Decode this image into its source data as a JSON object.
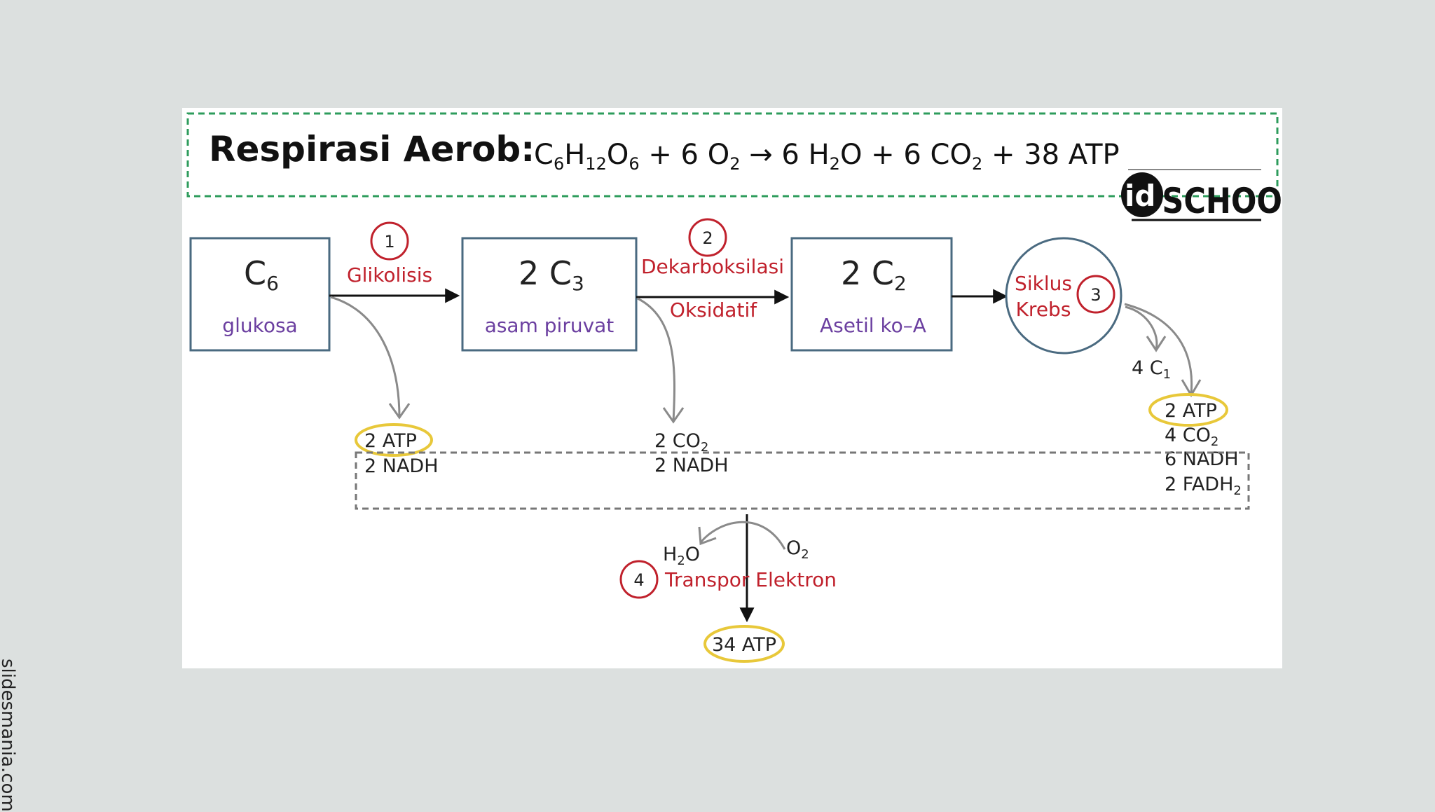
{
  "title": {
    "bold": "Respirasi Aerob:",
    "eq_c": "C",
    "eq_6a": "6",
    "eq_h": "H",
    "eq_12": "12",
    "eq_o": "O",
    "eq_6b": "6",
    "eq_rest1": " + 6 O",
    "eq_2a": "2",
    "eq_arrow": " → 6 H",
    "eq_2b": "2",
    "eq_rest2": "O + 6 CO",
    "eq_2c": "2",
    "eq_rest3": " + 38 ATP"
  },
  "logo": {
    "id": "id",
    "school": "SCHOOL"
  },
  "boxes": {
    "glukosa": {
      "formula": "C",
      "sub": "6",
      "name": "glukosa"
    },
    "piruvat": {
      "formula": "2 C",
      "sub": "3",
      "name": "asam piruvat"
    },
    "asetil": {
      "formula": "2 C",
      "sub": "2",
      "name": "Asetil ko–A"
    }
  },
  "steps": {
    "s1": {
      "num": "1",
      "label": "Glikolisis"
    },
    "s2": {
      "num": "2",
      "label1": "Dekarboksilasi",
      "label2": "Oksidatif"
    },
    "s3": {
      "num": "3",
      "label1": "Siklus",
      "label2": "Krebs"
    },
    "s4": {
      "num": "4",
      "label": "Transpor Elektron"
    }
  },
  "products": {
    "glikolisis": [
      "2 ATP",
      "2 NADH"
    ],
    "dekarboksilasi": {
      "co2": "2 CO",
      "co2_sub": "2",
      "nadh": "2 NADH"
    },
    "krebs_c1": {
      "text": "4 C",
      "sub": "1"
    },
    "krebs": {
      "atp": "2 ATP",
      "co2": "4 CO",
      "co2_sub": "2",
      "nadh": "6 NADH",
      "fadh": "2 FADH",
      "fadh_sub": "2"
    },
    "h2o": {
      "h": "H",
      "sub": "2",
      "o": "O"
    },
    "o2": {
      "o": "O",
      "sub": "2"
    },
    "final_atp": "34 ATP"
  },
  "watermark": "slidesmania.com",
  "colors": {
    "background": "#dce0df",
    "box_border": "#4a6a80",
    "red": "#c0212c",
    "purple": "#6b3fa0",
    "yellow": "#e8c83a",
    "green_dash": "#2e9c5c"
  }
}
